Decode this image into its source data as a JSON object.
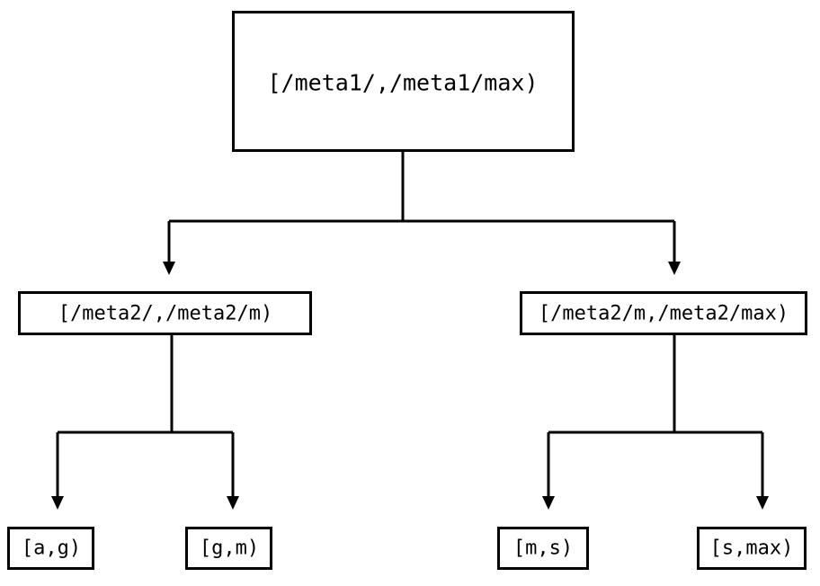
{
  "diagram": {
    "type": "tree",
    "title": "",
    "background_color": "#ffffff",
    "line_color": "#000000",
    "box_fill_color": "#ffffff",
    "nodes": {
      "root": {
        "label": "[/meta1/,/meta1/max)",
        "level": 0
      },
      "mid_left": {
        "label": "[/meta2/,/meta2/m)",
        "level": 1
      },
      "mid_right": {
        "label": "[/meta2/m,/meta2/max)",
        "level": 1
      },
      "leaf_1": {
        "label": "[a,g)",
        "level": 2
      },
      "leaf_2": {
        "label": "[g,m)",
        "level": 2
      },
      "leaf_3": {
        "label": "[m,s)",
        "level": 2
      },
      "leaf_4": {
        "label": "[s,max)",
        "level": 2
      }
    },
    "edges": [
      {
        "from": "root",
        "to": "mid_left"
      },
      {
        "from": "root",
        "to": "mid_right"
      },
      {
        "from": "mid_left",
        "to": "leaf_1"
      },
      {
        "from": "mid_left",
        "to": "leaf_2"
      },
      {
        "from": "mid_right",
        "to": "leaf_3"
      },
      {
        "from": "mid_right",
        "to": "leaf_4"
      }
    ]
  }
}
